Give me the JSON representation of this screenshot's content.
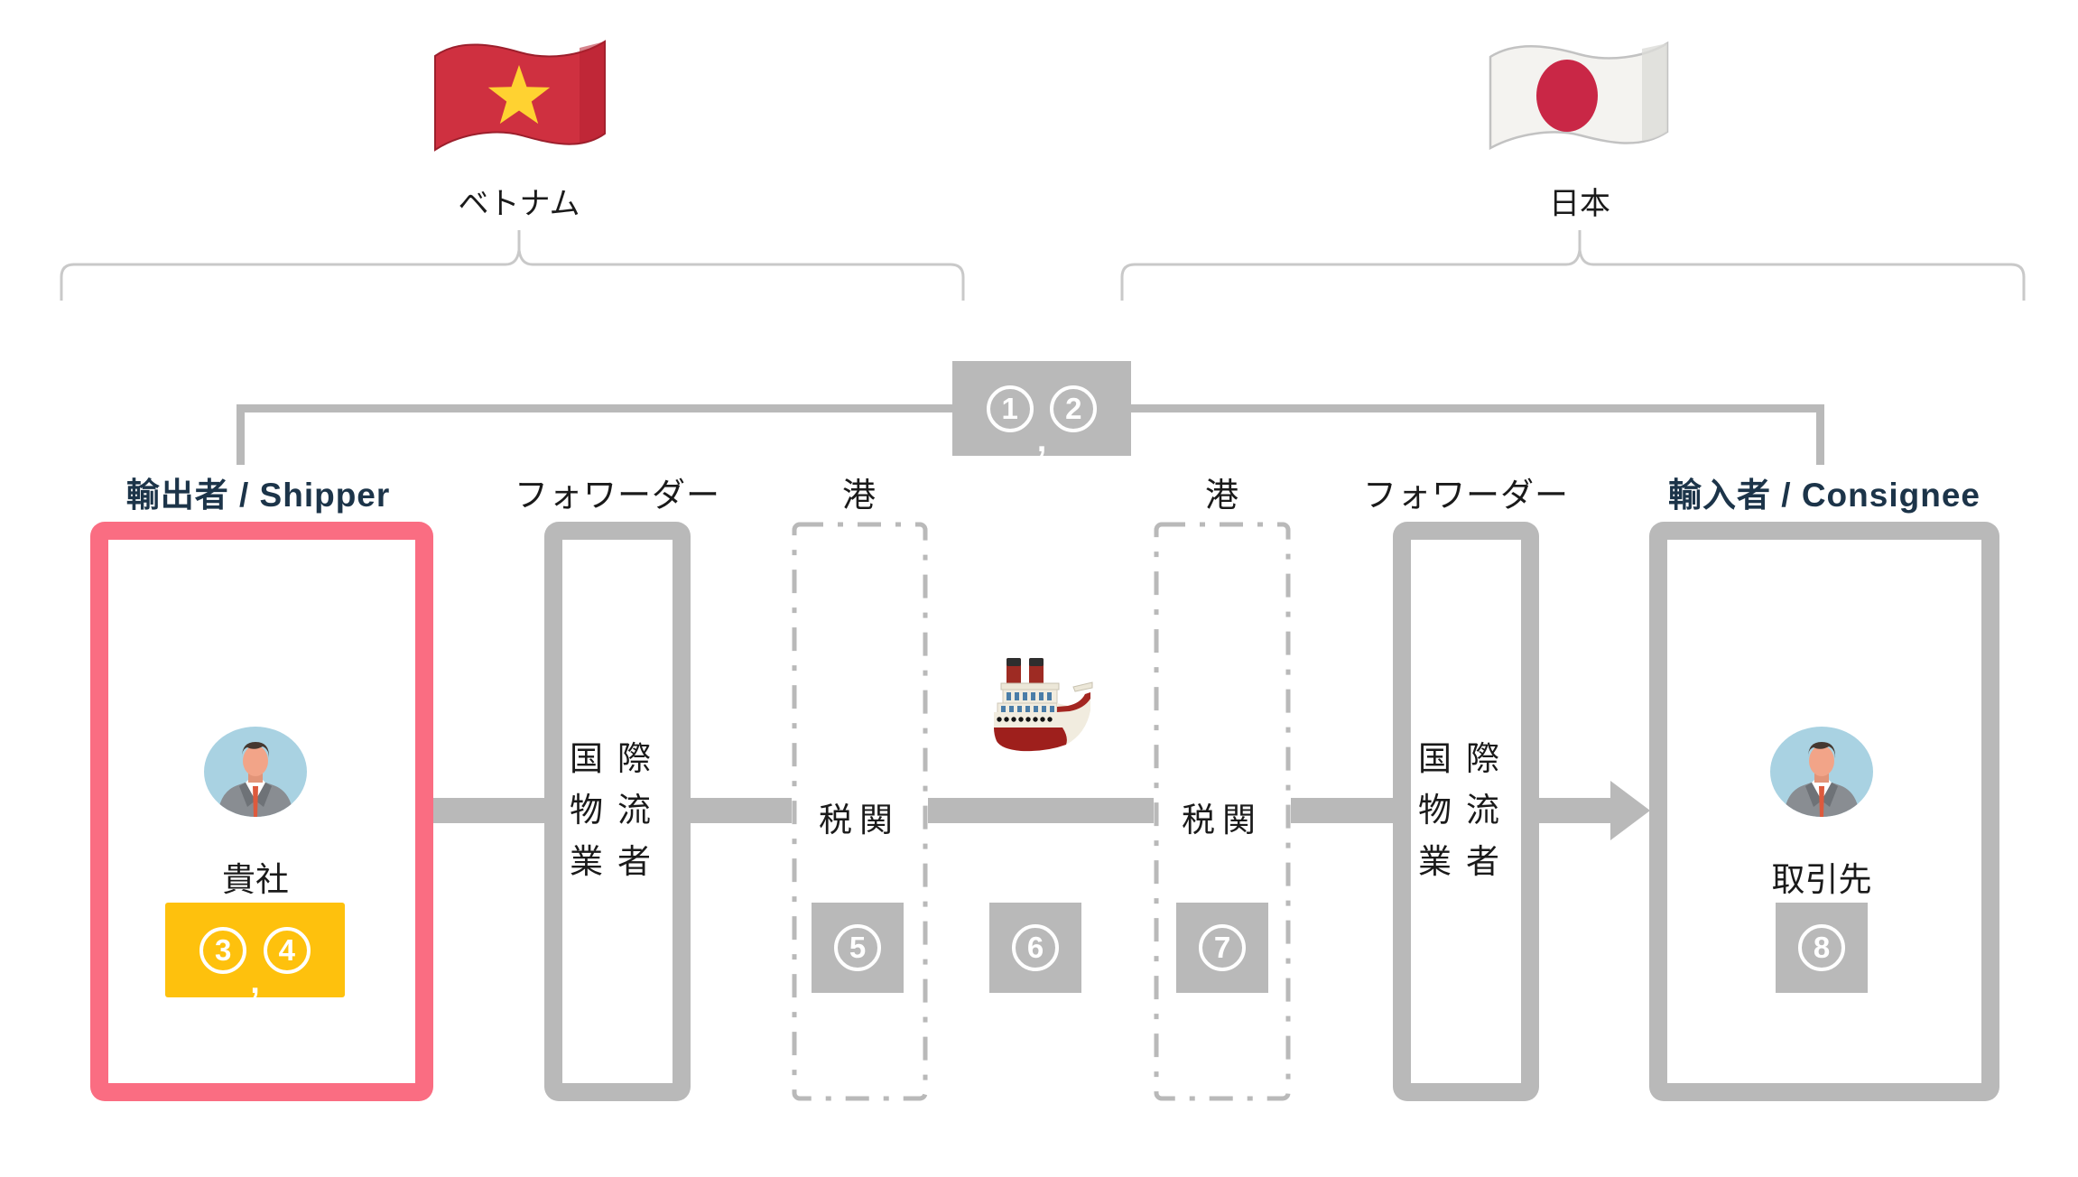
{
  "separator": ",",
  "colors": {
    "gray": "#b9b9b9",
    "pink": "#fa6d82",
    "orange": "#fec10d",
    "navy": "#1c3449",
    "ink": "#1a1a1a",
    "avatar_bg": "#a9d2e2",
    "line_light": "#c9c9c9"
  },
  "countries": {
    "origin": {
      "name": "ベトナム",
      "flag": "vietnam"
    },
    "destination": {
      "name": "日本",
      "flag": "japan"
    }
  },
  "document_flow": {
    "steps": [
      "1",
      "2"
    ]
  },
  "columns": {
    "exporter": {
      "title": "輸出者 / Shipper",
      "entity": "貴社",
      "steps": [
        "3",
        "4"
      ]
    },
    "forwarder_origin": {
      "title": "フォワーダー",
      "entity": "国際物流業者",
      "entity_lines": [
        "国際",
        "物流",
        "業者"
      ]
    },
    "port_origin": {
      "title": "港",
      "entity": "税関",
      "steps": [
        "5"
      ]
    },
    "transit": {
      "icon": "ship",
      "steps": [
        "6"
      ]
    },
    "port_destination": {
      "title": "港",
      "entity": "税関",
      "steps": [
        "7"
      ]
    },
    "forwarder_destination": {
      "title": "フォワーダー",
      "entity": "国際物流業者",
      "entity_lines": [
        "国際",
        "物流",
        "業者"
      ]
    },
    "importer": {
      "title": "輸入者 / Consignee",
      "entity": "取引先",
      "steps": [
        "8"
      ]
    }
  }
}
